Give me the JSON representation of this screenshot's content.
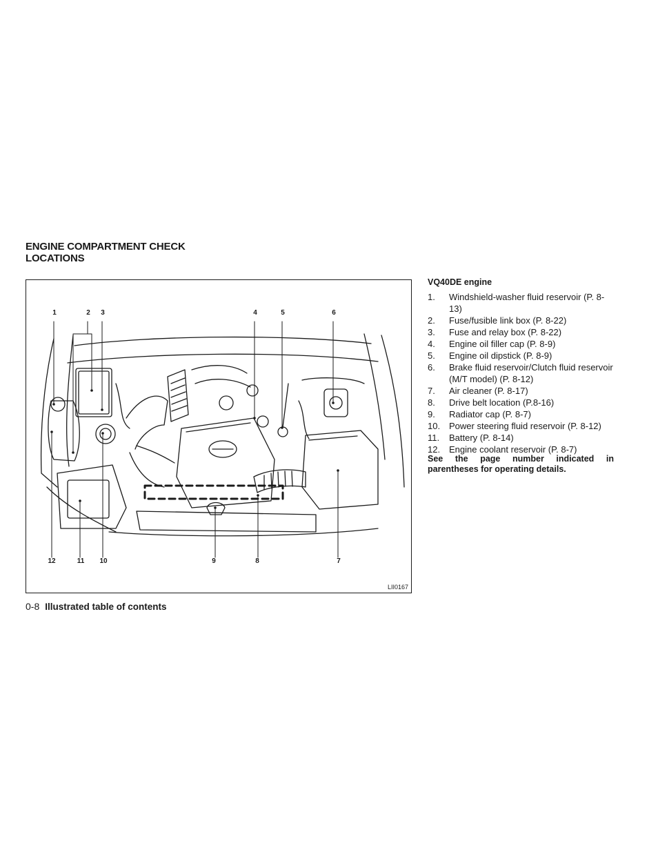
{
  "section": {
    "title_line1": "ENGINE COMPARTMENT CHECK",
    "title_line2": "LOCATIONS"
  },
  "figure": {
    "callouts_top": [
      "1",
      "2",
      "3",
      "4",
      "5",
      "6"
    ],
    "callouts_bottom": [
      "12",
      "11",
      "10",
      "9",
      "8",
      "7"
    ],
    "code": "LII0167"
  },
  "list": {
    "heading": "VQ40DE engine",
    "items": [
      {
        "num": "1.",
        "text": "Windshield-washer fluid reservoir (P. 8-13)"
      },
      {
        "num": "2.",
        "text": "Fuse/fusible link box (P. 8-22)"
      },
      {
        "num": "3.",
        "text": "Fuse and relay box (P. 8-22)"
      },
      {
        "num": "4.",
        "text": "Engine oil filler cap (P. 8-9)"
      },
      {
        "num": "5.",
        "text": "Engine oil dipstick (P. 8-9)"
      },
      {
        "num": "6.",
        "text": "Brake fluid reservoir/Clutch fluid reservoir (M/T model) (P. 8-12)"
      },
      {
        "num": "7.",
        "text": "Air cleaner (P. 8-17)"
      },
      {
        "num": "8.",
        "text": "Drive belt location (P.8-16)"
      },
      {
        "num": "9.",
        "text": "Radiator cap (P. 8-7)"
      },
      {
        "num": "10.",
        "text": "Power steering fluid reservoir (P. 8-12)"
      },
      {
        "num": "11.",
        "text": "Battery (P. 8-14)"
      },
      {
        "num": "12.",
        "text": "Engine coolant reservoir (P. 8-7)"
      }
    ],
    "note": "See the page number indicated in parentheses for operating details."
  },
  "footer": {
    "page_number": "0-8",
    "label": "Illustrated table of contents"
  }
}
